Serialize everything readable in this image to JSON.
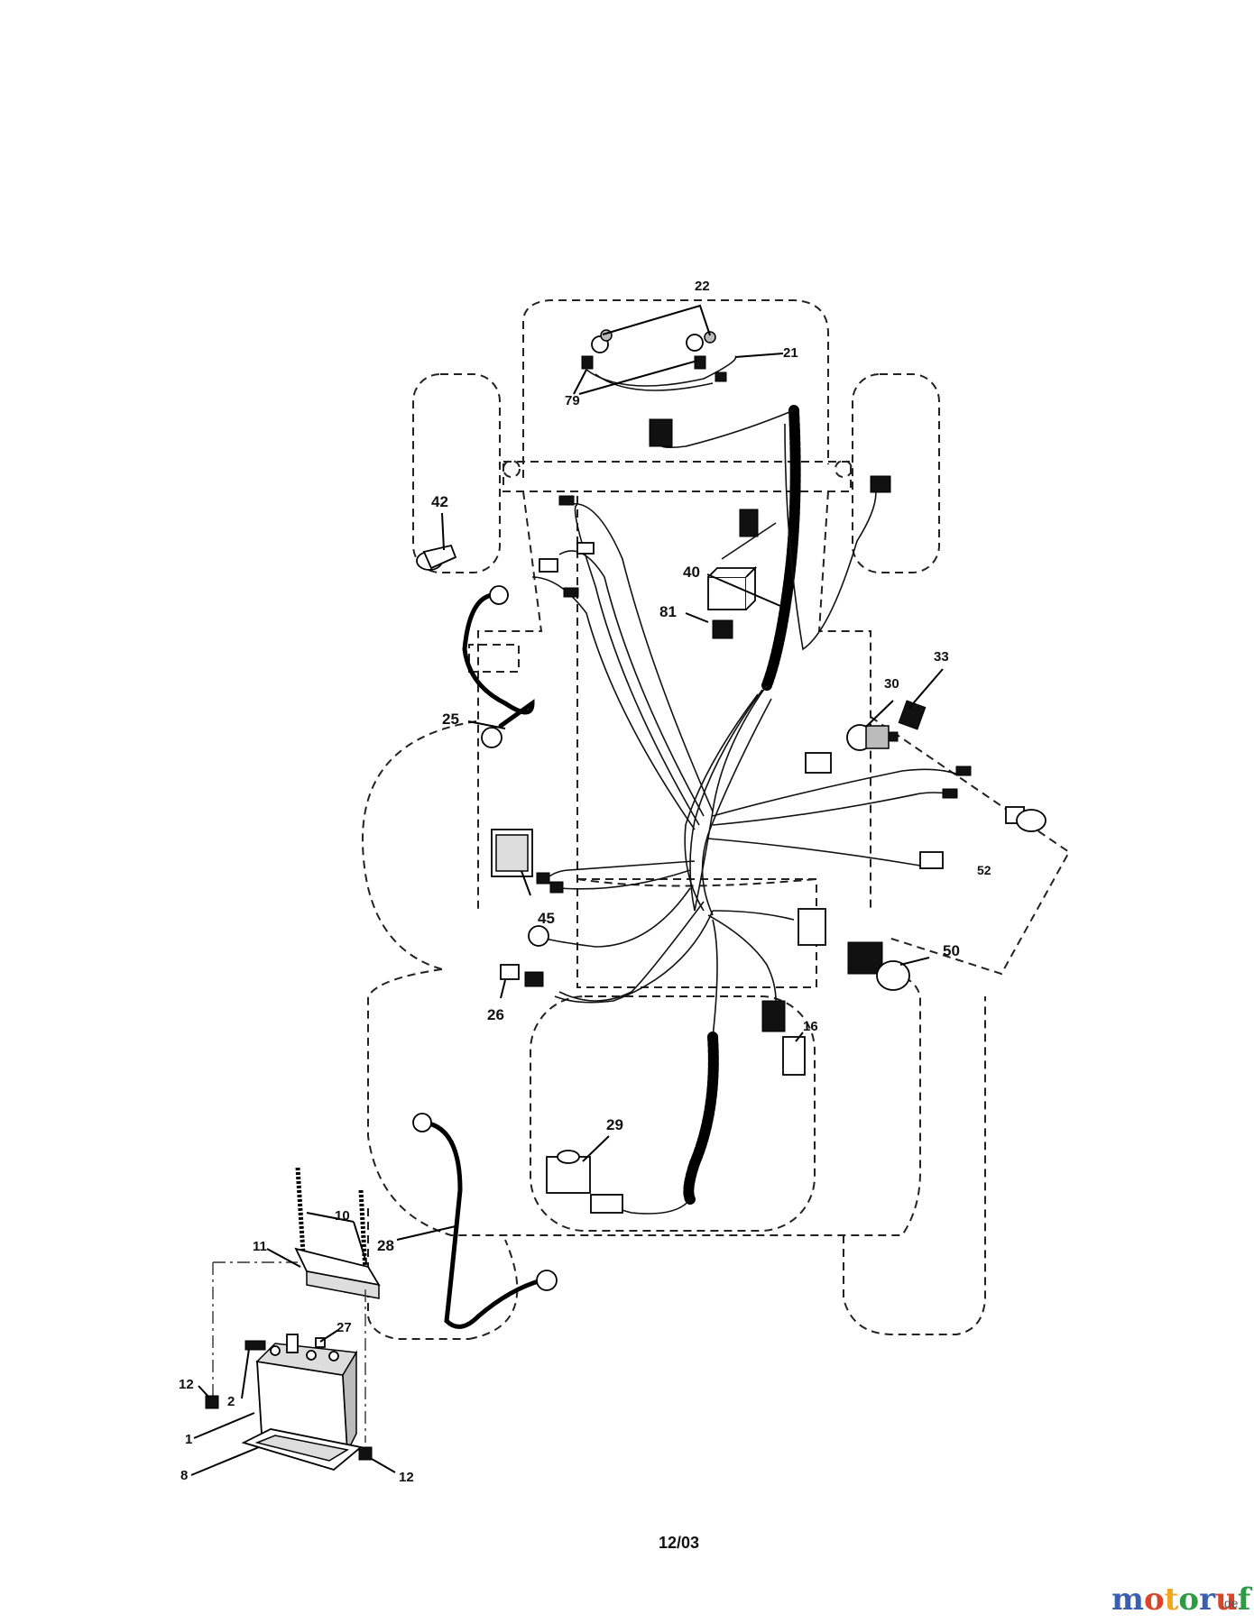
{
  "labels": {
    "p22": "22",
    "p21": "21",
    "p79": "79",
    "p42": "42",
    "p40": "40",
    "p81": "81",
    "p33": "33",
    "p30": "30",
    "p25": "25",
    "p52": "52",
    "p45": "45",
    "p50": "50",
    "p26": "26",
    "p16": "16",
    "p29": "29",
    "p10": "10",
    "p28": "28",
    "p11": "11",
    "p27": "27",
    "p12a": "12",
    "p2": "2",
    "p1": "1",
    "p8": "8",
    "p12b": "12"
  },
  "footer": {
    "date_code": "12/03",
    "watermark_name": "motoruf",
    "watermark_suffix": ".de"
  },
  "colors": {
    "ink": "#111111",
    "watermark_m": "#3a5fb0",
    "watermark_o1": "#d9452b",
    "watermark_t": "#f2a51e",
    "watermark_o2": "#2e9a44",
    "watermark_r": "#3a5fb0",
    "watermark_u": "#d9452b",
    "watermark_f": "#2e9a44"
  }
}
